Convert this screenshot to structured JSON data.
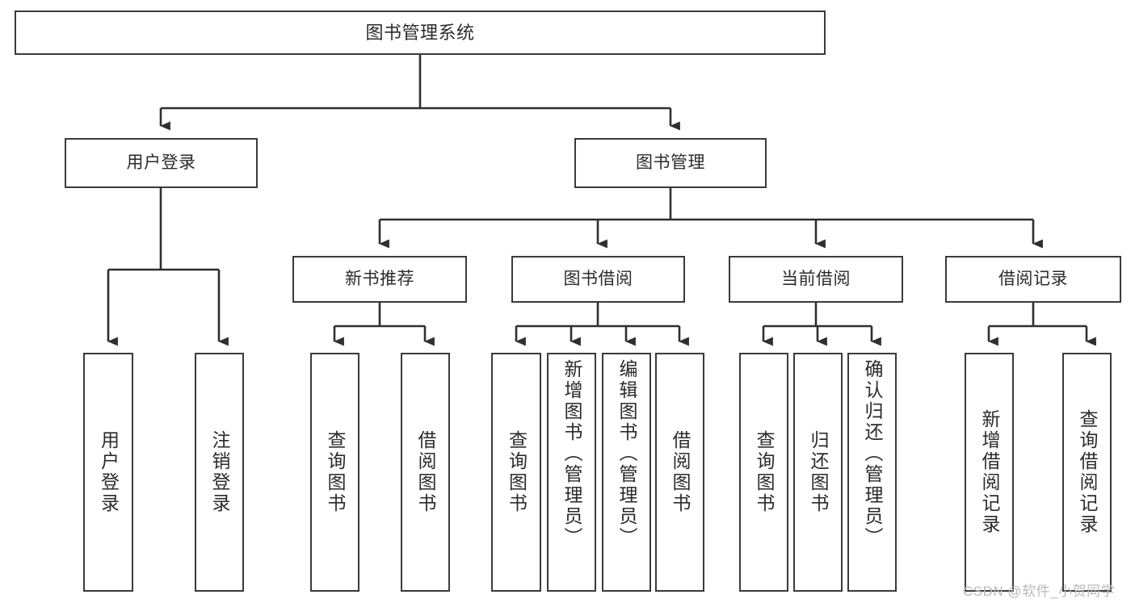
{
  "diagram": {
    "type": "tree-hierarchy",
    "title": "图书管理系统",
    "levels": 4,
    "root": {
      "id": "root",
      "label": "图书管理系统"
    },
    "level2": [
      {
        "id": "user-login",
        "label": "用户登录"
      },
      {
        "id": "book-management",
        "label": "图书管理"
      }
    ],
    "level3": [
      {
        "id": "new-book-recommend",
        "label": "新书推荐",
        "parent": "book-management"
      },
      {
        "id": "book-borrow",
        "label": "图书借阅",
        "parent": "book-management"
      },
      {
        "id": "current-borrow",
        "label": "当前借阅",
        "parent": "book-management"
      },
      {
        "id": "borrow-record",
        "label": "借阅记录",
        "parent": "book-management"
      }
    ],
    "leaves": [
      {
        "id": "leaf-user-login",
        "label": "用户登录",
        "parent": "user-login"
      },
      {
        "id": "leaf-logout-login",
        "label": "注销登录",
        "parent": "user-login"
      },
      {
        "id": "leaf-query-book-1",
        "label": "查询图书",
        "parent": "new-book-recommend"
      },
      {
        "id": "leaf-borrow-book-1",
        "label": "借阅图书",
        "parent": "new-book-recommend"
      },
      {
        "id": "leaf-query-book-2",
        "label": "查询图书",
        "parent": "book-borrow"
      },
      {
        "id": "leaf-add-book",
        "label": "新增图书（管理员）",
        "parent": "book-borrow"
      },
      {
        "id": "leaf-edit-book",
        "label": "编辑图书（管理员）",
        "parent": "book-borrow"
      },
      {
        "id": "leaf-borrow-book-2",
        "label": "借阅图书",
        "parent": "book-borrow"
      },
      {
        "id": "leaf-query-book-3",
        "label": "查询图书",
        "parent": "current-borrow"
      },
      {
        "id": "leaf-return-book",
        "label": "归还图书",
        "parent": "current-borrow"
      },
      {
        "id": "leaf-confirm-return",
        "label": "确认归还（管理员）",
        "parent": "current-borrow"
      },
      {
        "id": "leaf-add-record",
        "label": "新增借阅记录",
        "parent": "borrow-record"
      },
      {
        "id": "leaf-query-record",
        "label": "查询借阅记录",
        "parent": "borrow-record"
      }
    ]
  },
  "watermark": {
    "text": "CSDN @软件_小贺同学"
  },
  "colors": {
    "box_border": "#3a3a3a",
    "box_fill": "#ffffff",
    "connector": "#2f2f2f",
    "text": "#2b2b2b",
    "watermark": "#b9b9b9"
  }
}
